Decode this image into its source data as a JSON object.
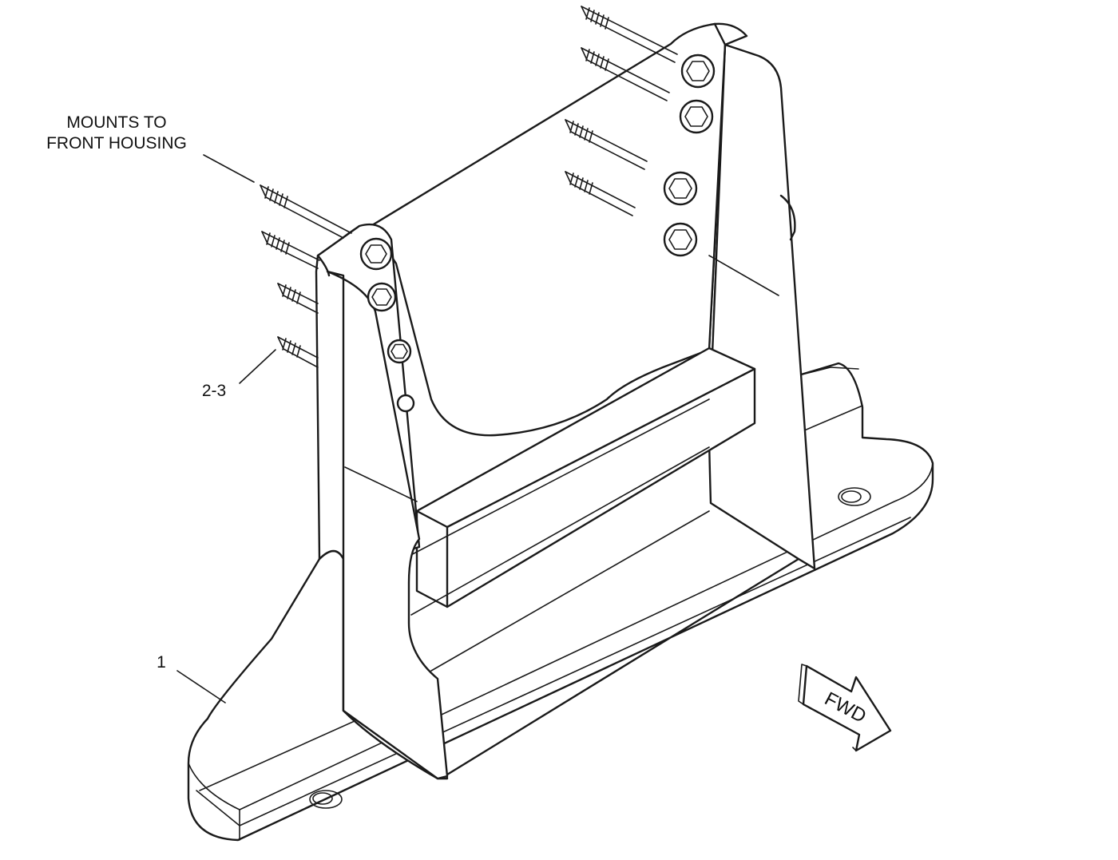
{
  "callouts": {
    "mounts_line1": "MOUNTS TO",
    "mounts_line2": "FRONT HOUSING",
    "bolt_ref": "2-3",
    "bracket_ref": "1"
  },
  "direction_arrow": {
    "label": "FWD"
  },
  "icons": {
    "direction": "fwd-arrow-icon",
    "bolt": "hex-bolt-icon"
  },
  "colors": {
    "line": "#1a1a1a",
    "background": "#ffffff"
  }
}
